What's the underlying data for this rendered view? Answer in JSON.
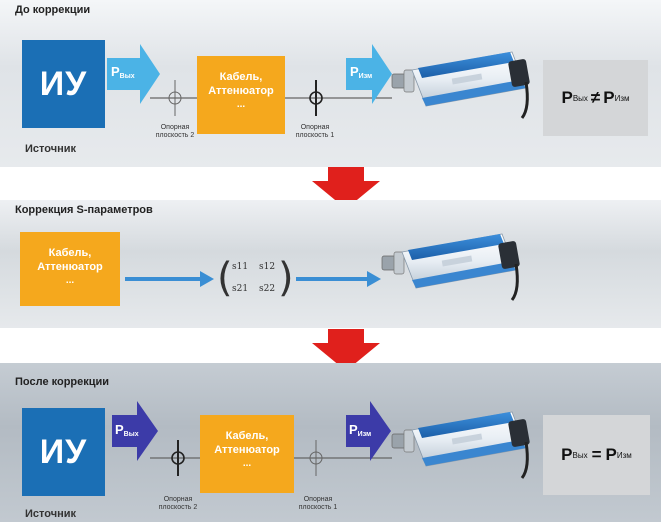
{
  "panels": {
    "before": {
      "title": "До коррекции",
      "source_box": "ИУ",
      "source_label": "Источник",
      "arrow_out": {
        "main": "P",
        "sub": "Вых"
      },
      "arrow_meas": {
        "main": "P",
        "sub": "Изм"
      },
      "cable": {
        "line1": "Кабель,",
        "line2": "Аттенюатор",
        "dots": "..."
      },
      "ref_plane_2": [
        "Опорная",
        "плоскость 2"
      ],
      "ref_plane_1": [
        "Опорная",
        "плоскость 1"
      ],
      "result": {
        "left_main": "P",
        "left_sub": "Вых",
        "op": "≠",
        "right_main": "P",
        "right_sub": "Изм"
      }
    },
    "sparams": {
      "title": "Коррекция S-параметров",
      "cable": {
        "line1": "Кабель,",
        "line2": "Аттенюатор",
        "dots": "..."
      },
      "matrix": {
        "s11": "s11",
        "s12": "s12",
        "s21": "s21",
        "s22": "s22"
      }
    },
    "after": {
      "title": "После коррекции",
      "source_box": "ИУ",
      "source_label": "Источник",
      "arrow_out": {
        "main": "P",
        "sub": "Вых"
      },
      "arrow_meas": {
        "main": "P",
        "sub": "Изм"
      },
      "cable": {
        "line1": "Кабель,",
        "line2": "Аттенюатор",
        "dots": "..."
      },
      "ref_plane_2": [
        "Опорная",
        "плоскость 2"
      ],
      "ref_plane_1": [
        "Опорная",
        "плоскость 1"
      ],
      "result": {
        "left_main": "P",
        "left_sub": "Вых",
        "op": "=",
        "right_main": "P",
        "right_sub": "Изм"
      }
    }
  },
  "colors": {
    "source_blue": "#1b6fb5",
    "cable_orange": "#f5a81d",
    "arrow_light_blue": "#4bb3e6",
    "arrow_dark_blue": "#3c3ba8",
    "big_red_arrow": "#e0201c",
    "signal_arrow": "#3a8ed4"
  },
  "icons": [
    "power-sensor-icon",
    "red-down-arrow-icon",
    "reference-plane-icon"
  ]
}
